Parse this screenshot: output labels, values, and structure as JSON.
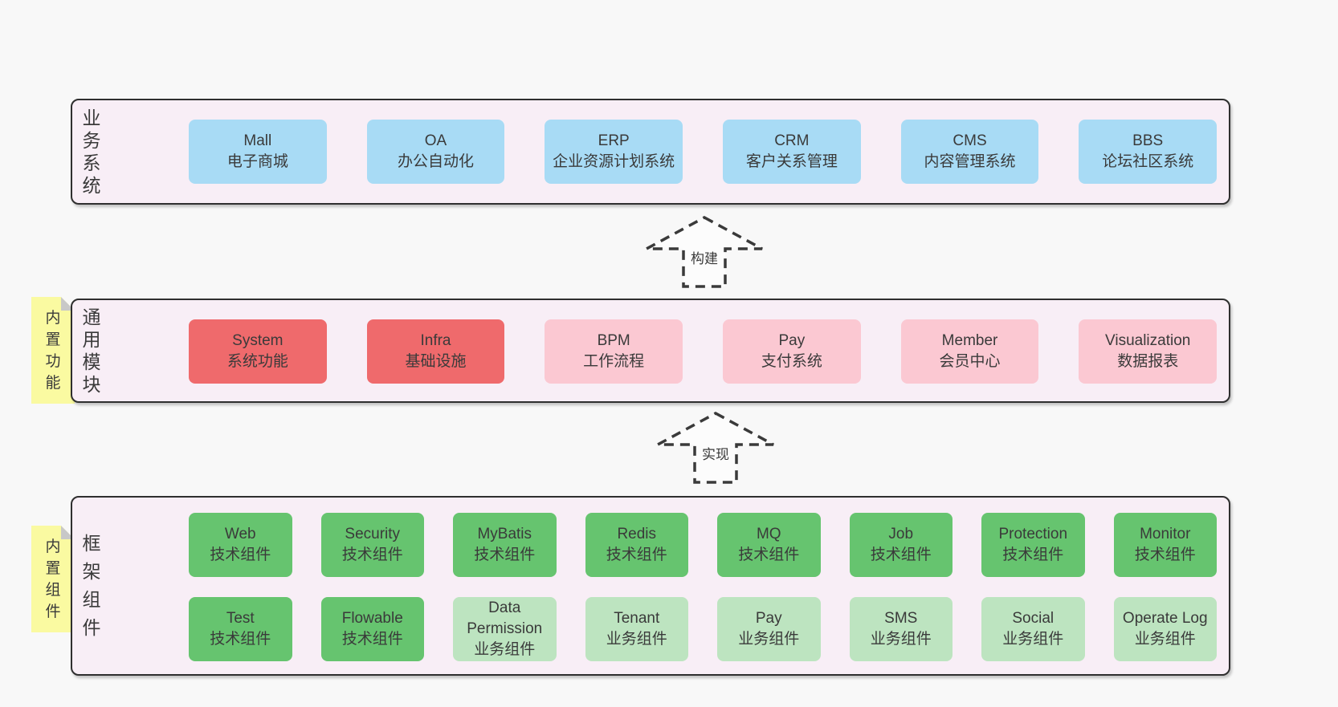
{
  "colors": {
    "page": "#f8f8f8",
    "panel": "#f8eef6",
    "border": "#2f2f2f",
    "blue": "#a8dbf5",
    "red": "#ef6a6c",
    "pink": "#fbc8d2",
    "green": "#66c46f",
    "lightgreen": "#bde4c0",
    "yellow": "#fafaa1",
    "fold": "#c8c8c8",
    "text": "#3a3a3a",
    "arrow": "#3a3a3a"
  },
  "arrows": {
    "build": {
      "label": "构建"
    },
    "implement": {
      "label": "实现"
    }
  },
  "layers": {
    "business": {
      "side_label": "业务系统",
      "boxes": [
        {
          "name": "Mall",
          "desc": "电子商城"
        },
        {
          "name": "OA",
          "desc": "办公自动化"
        },
        {
          "name": "ERP",
          "desc": "企业资源计划系统"
        },
        {
          "name": "CRM",
          "desc": "客户关系管理"
        },
        {
          "name": "CMS",
          "desc": "内容管理系统"
        },
        {
          "name": "BBS",
          "desc": "论坛社区系统"
        }
      ]
    },
    "modules": {
      "side_label": "通用模块",
      "tag_label": "内置功能",
      "boxes": [
        {
          "name": "System",
          "desc": "系统功能"
        },
        {
          "name": "Infra",
          "desc": "基础设施"
        },
        {
          "name": "BPM",
          "desc": "工作流程"
        },
        {
          "name": "Pay",
          "desc": "支付系统"
        },
        {
          "name": "Member",
          "desc": "会员中心"
        },
        {
          "name": "Visualization",
          "desc": "数据报表"
        }
      ]
    },
    "framework": {
      "side_label": "框架组件",
      "tag_label": "内置组件",
      "rows": [
        [
          {
            "name": "Web",
            "desc": "技术组件"
          },
          {
            "name": "Security",
            "desc": "技术组件"
          },
          {
            "name": "MyBatis",
            "desc": "技术组件"
          },
          {
            "name": "Redis",
            "desc": "技术组件"
          },
          {
            "name": "MQ",
            "desc": "技术组件"
          },
          {
            "name": "Job",
            "desc": "技术组件"
          },
          {
            "name": "Protection",
            "desc": "技术组件"
          },
          {
            "name": "Monitor",
            "desc": "技术组件"
          }
        ],
        [
          {
            "name": "Test",
            "desc": "技术组件"
          },
          {
            "name": "Flowable",
            "desc": "技术组件"
          },
          {
            "name": "Data Permission",
            "desc": "业务组件"
          },
          {
            "name": "Tenant",
            "desc": "业务组件"
          },
          {
            "name": "Pay",
            "desc": "业务组件"
          },
          {
            "name": "SMS",
            "desc": "业务组件"
          },
          {
            "name": "Social",
            "desc": "业务组件"
          },
          {
            "name": "Operate Log",
            "desc": "业务组件"
          }
        ]
      ]
    }
  }
}
